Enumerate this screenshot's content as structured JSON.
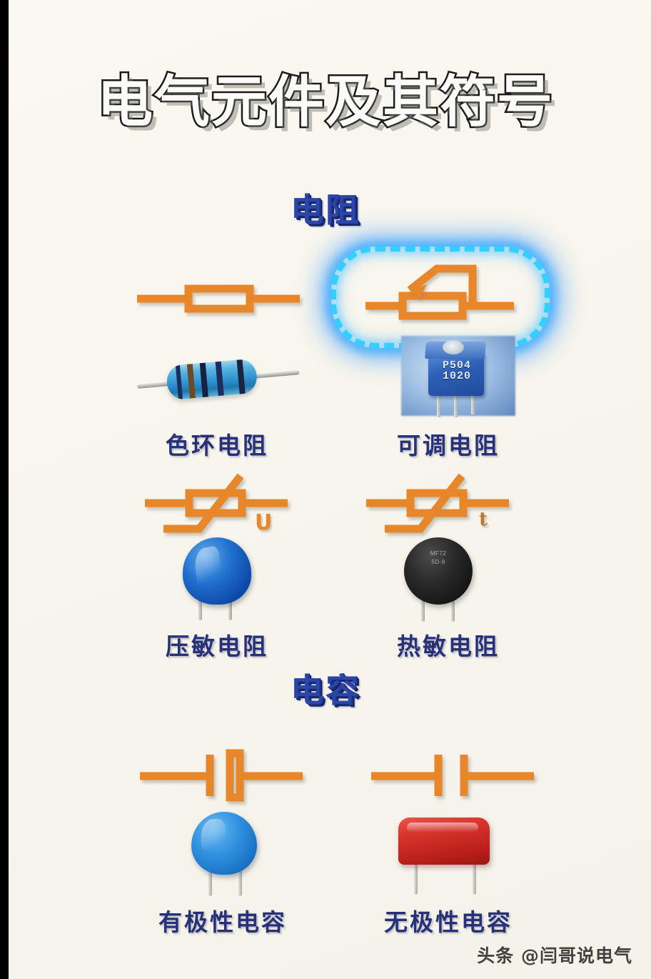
{
  "page": {
    "title": "电气元件及其符号",
    "background_color": "#f8f6ef",
    "symbol_color": "#e8862a",
    "label_color": "#26317a",
    "highlight_color": "#2fd2ff",
    "watermark": "头条 @闫哥说电气"
  },
  "sections": [
    {
      "id": "resistor",
      "heading": "电阻",
      "items": [
        {
          "symbol_name": "fixed-resistor-symbol",
          "photo_name": "color-band-resistor-photo",
          "label": "色环电阻",
          "highlighted": false,
          "photo_markings": ""
        },
        {
          "symbol_name": "adjustable-resistor-symbol",
          "photo_name": "trimmer-potentiometer-photo",
          "label": "可调电阻",
          "highlighted": true,
          "photo_markings_line1": "P504",
          "photo_markings_line2": "1020"
        },
        {
          "symbol_name": "varistor-symbol",
          "photo_name": "varistor-disc-photo",
          "label": "压敏电阻",
          "highlighted": false,
          "symbol_annotation": "U"
        },
        {
          "symbol_name": "thermistor-symbol",
          "photo_name": "thermistor-disc-photo",
          "label": "热敏电阻",
          "highlighted": false,
          "symbol_annotation": "t",
          "photo_markings_line1": "MF72",
          "photo_markings_line2": "5D-9"
        }
      ]
    },
    {
      "id": "capacitor",
      "heading": "电容",
      "items": [
        {
          "symbol_name": "polarized-capacitor-symbol",
          "photo_name": "ceramic-disc-capacitor-photo",
          "label": "有极性电容",
          "highlighted": false
        },
        {
          "symbol_name": "nonpolarized-capacitor-symbol",
          "photo_name": "film-capacitor-photo",
          "label": "无极性电容",
          "highlighted": false
        }
      ]
    }
  ]
}
